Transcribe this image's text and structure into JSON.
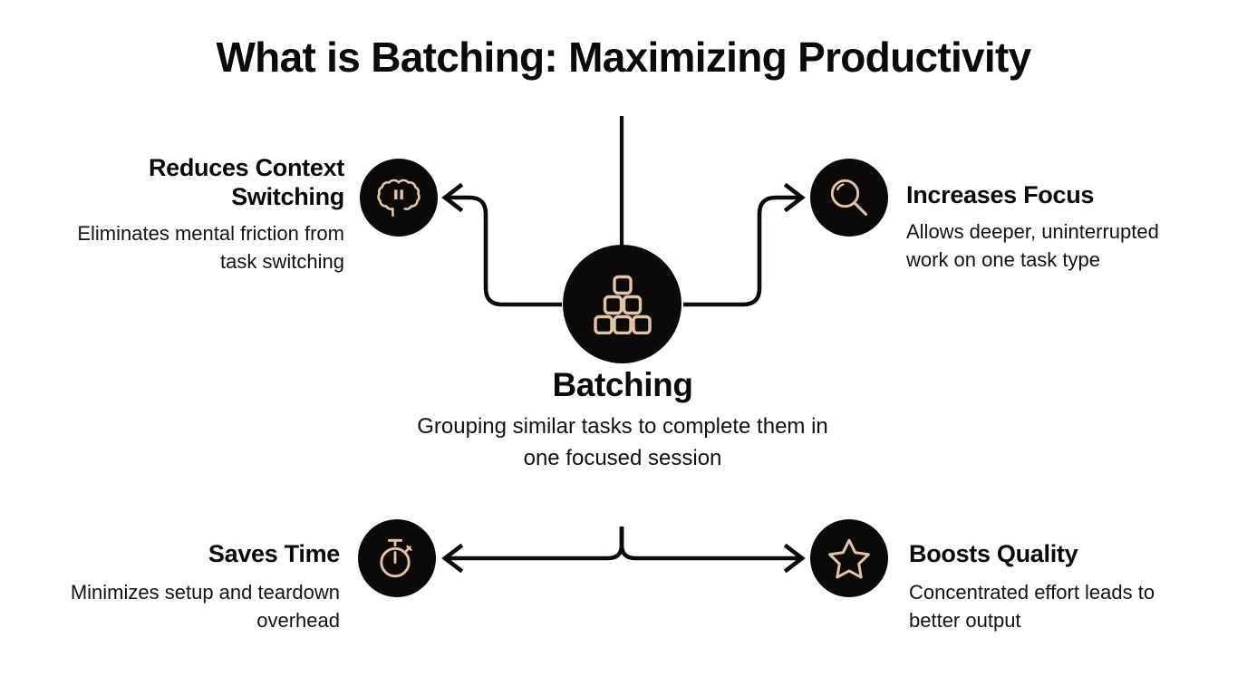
{
  "page": {
    "title": "What is Batching: Maximizing Productivity",
    "background_color": "#ffffff",
    "text_color": "#0a0a0a",
    "node_fill_color": "#0c0a09",
    "icon_accent_color": "#e5c3a6",
    "connector_color": "#0a0a0a"
  },
  "center": {
    "title": "Batching",
    "description": "Grouping similar tasks to complete them in one focused session",
    "icon": "stacked-blocks-icon"
  },
  "branches": [
    {
      "id": "reduces-context-switching",
      "title": "Reduces Context Switching",
      "description": "Eliminates mental friction from task switching",
      "icon": "brain-pause-icon",
      "position": "top-left",
      "align": "right"
    },
    {
      "id": "increases-focus",
      "title": "Increases Focus",
      "description": "Allows deeper, uninterrupted work on one task type",
      "icon": "magnifying-glass-icon",
      "position": "top-right",
      "align": "left"
    },
    {
      "id": "saves-time",
      "title": "Saves Time",
      "description": "Minimizes setup and teardown overhead",
      "icon": "stopwatch-icon",
      "position": "bottom-left",
      "align": "right"
    },
    {
      "id": "boosts-quality",
      "title": "Boosts Quality",
      "description": "Concentrated effort leads to better output",
      "icon": "star-icon",
      "position": "bottom-right",
      "align": "left"
    }
  ],
  "connectors": [
    {
      "name": "top-stem",
      "from": "above",
      "to": "center",
      "arrow": "none"
    },
    {
      "name": "center-to-reduces-context-switching",
      "arrow": "single"
    },
    {
      "name": "center-to-increases-focus",
      "arrow": "single"
    },
    {
      "name": "center-to-saves-time",
      "arrow": "single"
    },
    {
      "name": "center-to-boosts-quality",
      "arrow": "single"
    }
  ]
}
